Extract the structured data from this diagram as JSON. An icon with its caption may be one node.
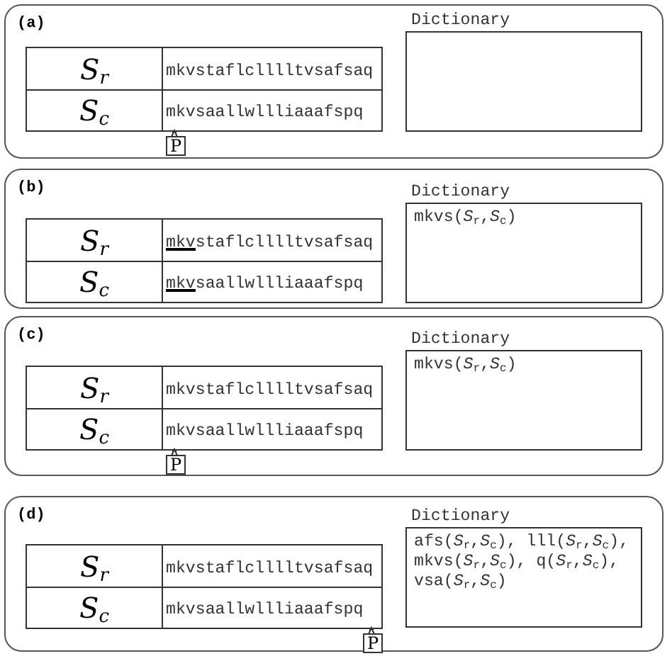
{
  "diagram": {
    "nodes": [
      {
        "text": [
          "(a)"
        ]
      },
      {
        "text": [
          "S$_{r}$"
        ],
        "in": 0
      },
      {
        "text": [
          "mkvstaflclllltvsafsaq"
        ],
        "in": 0
      },
      {
        "text": [
          "S$_{c}$"
        ],
        "in": 0
      },
      {
        "text": [
          "mkvsaallwllliaaafspq"
        ],
        "in": 0
      },
      {
        "text": [
          "Dictionary"
        ],
        "in": 0
      },
      {
        "text": [
          "P"
        ],
        "in": 0
      },
      {
        "text": [
          "(b)"
        ]
      },
      {
        "text": [
          "S$_{r}$"
        ],
        "in": 7
      },
      {
        "text": [
          "mkvstaflclllltvsafsaq"
        ],
        "in": 7
      },
      {
        "text": [
          "S$_{c}$"
        ],
        "in": 7
      },
      {
        "text": [
          "mkvsaallwllliaaafspq"
        ],
        "in": 7
      },
      {
        "text": [
          "Dictionary",
          "mkvs(*S*$_{r}$,*S*$_{c}$)"
        ],
        "in": 7
      },
      {
        "text": [
          "(c)"
        ]
      },
      {
        "text": [
          "S$_{r}$"
        ],
        "in": 13
      },
      {
        "text": [
          "mkvstaflclllltvsafsaq"
        ],
        "in": 13
      },
      {
        "text": [
          "S$_{c}$"
        ],
        "in": 13
      },
      {
        "text": [
          "mkvsaallwllliaaafspq"
        ],
        "in": 13
      },
      {
        "text": [
          "Dictionary",
          "mkvs(*S*$_{r}$,*S*$_{c}$)"
        ],
        "in": 13
      },
      {
        "text": [
          "P"
        ],
        "in": 13
      },
      {
        "text": [
          "(d)"
        ]
      },
      {
        "text": [
          "S$_{r}$"
        ],
        "in": 20
      },
      {
        "text": [
          "mkvstaflclllltvsafsaq"
        ],
        "in": 20
      },
      {
        "text": [
          "S$_{c}$"
        ],
        "in": 20
      },
      {
        "text": [
          "mkvsaallwllliaaafspq"
        ],
        "in": 20
      },
      {
        "text": [
          "Dictionary",
          "afs(*S*$_{r}$,*S*$_{c}$), lll(*S*$_{r}$,*S*$_{c}$), mkvs(*S*$_{r}$,*S*$_{c}$), q(*S*$_{r}$,*S*$_{c}$), vsa(*S*$_{r}$,*S*$_{c}$)"
        ],
        "in": 20
      },
      {
        "text": [
          "P"
        ],
        "in": 20
      }
    ],
    "edges": [
      {
        "from": 6,
        "to": 4,
        "arrow": "to"
      },
      {
        "from": 19,
        "to": 17,
        "arrow": "to"
      },
      {
        "from": 26,
        "to": 24,
        "arrow": "to"
      }
    ]
  }
}
